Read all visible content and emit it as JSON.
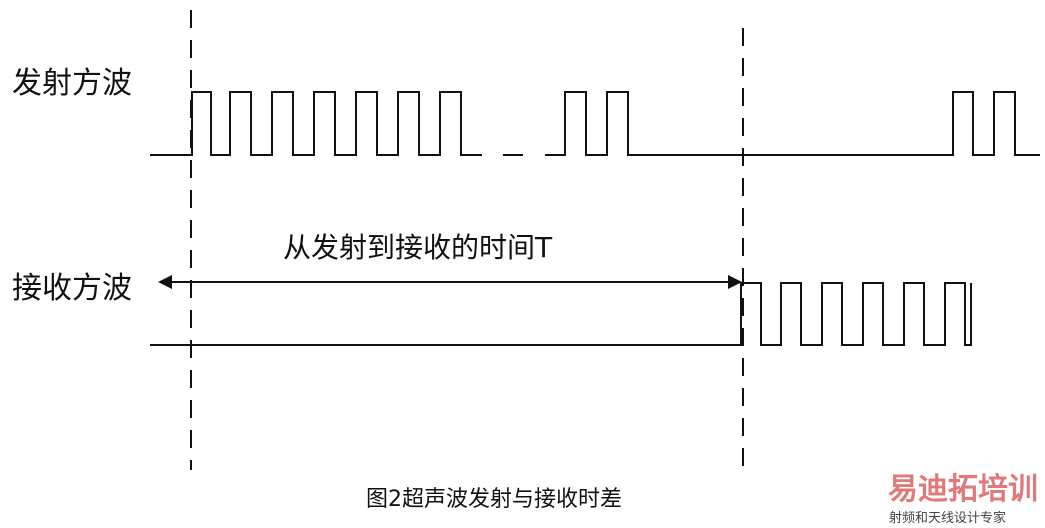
{
  "diagram": {
    "transmit_label": "发射方波",
    "receive_label": "接收方波",
    "interval_label": "从发射到接收的时间T",
    "caption": "图2超声波发射与接收时差"
  },
  "watermark": {
    "brand": "易迪拓培训",
    "tagline": "射频和天线设计专家",
    "color": "#e07a7a"
  }
}
